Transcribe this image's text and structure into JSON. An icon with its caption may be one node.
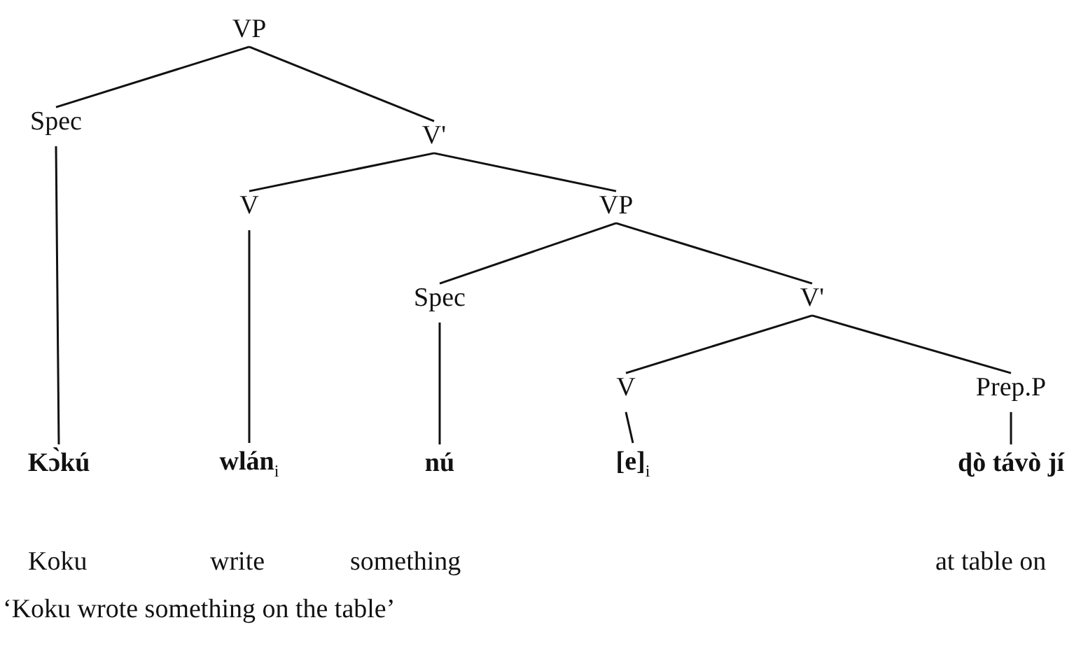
{
  "diagram": {
    "nodes": [
      {
        "text": [
          "VP"
        ]
      },
      {
        "text": [
          "Spec"
        ]
      },
      {
        "text": [
          "V'"
        ]
      },
      {
        "text": [
          "V"
        ]
      },
      {
        "text": [
          "VP"
        ]
      },
      {
        "text": [
          "Spec"
        ]
      },
      {
        "text": [
          "V'"
        ]
      },
      {
        "text": [
          "V"
        ]
      },
      {
        "text": [
          "Prep.P"
        ]
      },
      {
        "text": [
          "Kɔ̀kú"
        ]
      },
      {
        "text": [
          "wlán$_{i}$"
        ]
      },
      {
        "text": [
          "nú"
        ]
      },
      {
        "text": [
          "[e]$_{i}$"
        ]
      },
      {
        "text": [
          "ɖò távò jí"
        ]
      }
    ],
    "edges": [
      {
        "from": 0,
        "to": 1,
        "arrow": "none"
      },
      {
        "from": 0,
        "to": 2,
        "arrow": "none"
      },
      {
        "from": 2,
        "to": 3,
        "arrow": "none"
      },
      {
        "from": 2,
        "to": 4,
        "arrow": "none"
      },
      {
        "from": 4,
        "to": 5,
        "arrow": "none"
      },
      {
        "from": 4,
        "to": 6,
        "arrow": "none"
      },
      {
        "from": 6,
        "to": 7,
        "arrow": "none"
      },
      {
        "from": 6,
        "to": 8,
        "arrow": "none"
      },
      {
        "from": 1,
        "to": 9,
        "arrow": "none"
      },
      {
        "from": 3,
        "to": 10,
        "arrow": "none"
      },
      {
        "from": 5,
        "to": 11,
        "arrow": "none"
      },
      {
        "from": 7,
        "to": 12,
        "arrow": "none"
      },
      {
        "from": 8,
        "to": 13,
        "arrow": "none"
      }
    ],
    "labels": [
      "Koku",
      "write",
      "something",
      "at table on",
      "‘Koku wrote something on the table’"
    ]
  }
}
